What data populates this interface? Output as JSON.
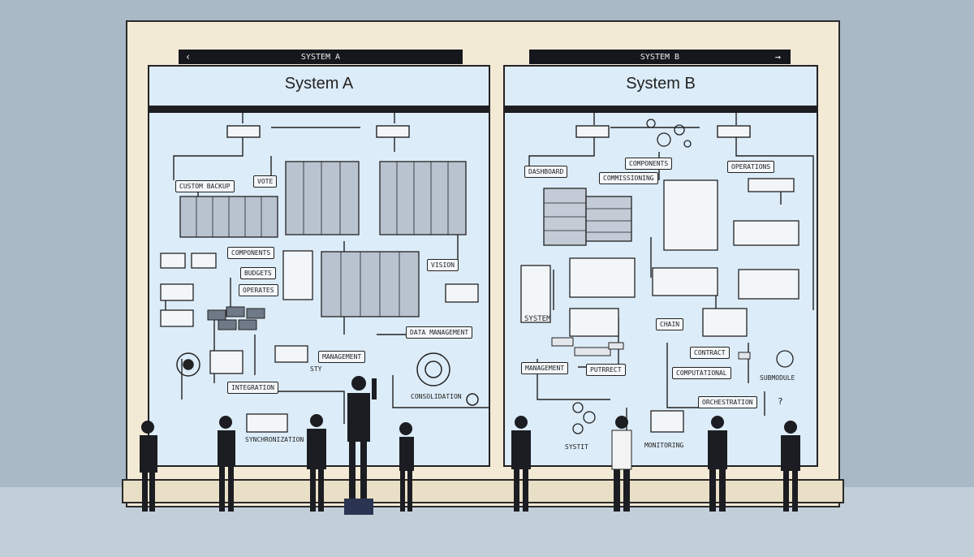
{
  "banners": {
    "a": "SYSTEM A",
    "b": "SYSTEM B"
  },
  "panels": {
    "a_title": "System A",
    "b_title": "System B"
  },
  "panel_a_labels": {
    "custom": "CUSTOM BACKUP",
    "vote": "VOTE",
    "components": "COMPONENTS",
    "budgets": "BUDGETS",
    "operates": "OPERATES",
    "vision": "VISION",
    "data_management": "DATA MANAGEMENT",
    "management": "MANAGEMENT",
    "integration": "INTEGRATION",
    "sty": "STY",
    "synchronization": "SYNCHRONIZATION",
    "consolidation": "CONSOLIDATION"
  },
  "panel_b_labels": {
    "dashboard": "DASHBOARD",
    "components": "COMPONENTS",
    "operation": "OPERATIONS",
    "commissioning": "COMMISSIONING",
    "system": "SYSTEM",
    "chain": "CHAIN",
    "contract": "CONTRACT",
    "management": "MANAGEMENT",
    "putrrect": "PUTRRECT",
    "computational": "COMPUTATIONAL",
    "orchestration": "ORCHESTRATION",
    "question": "?",
    "systit": "SYSTIT",
    "monitoring": "MONITORING",
    "submodule": "SUBMODULE"
  }
}
